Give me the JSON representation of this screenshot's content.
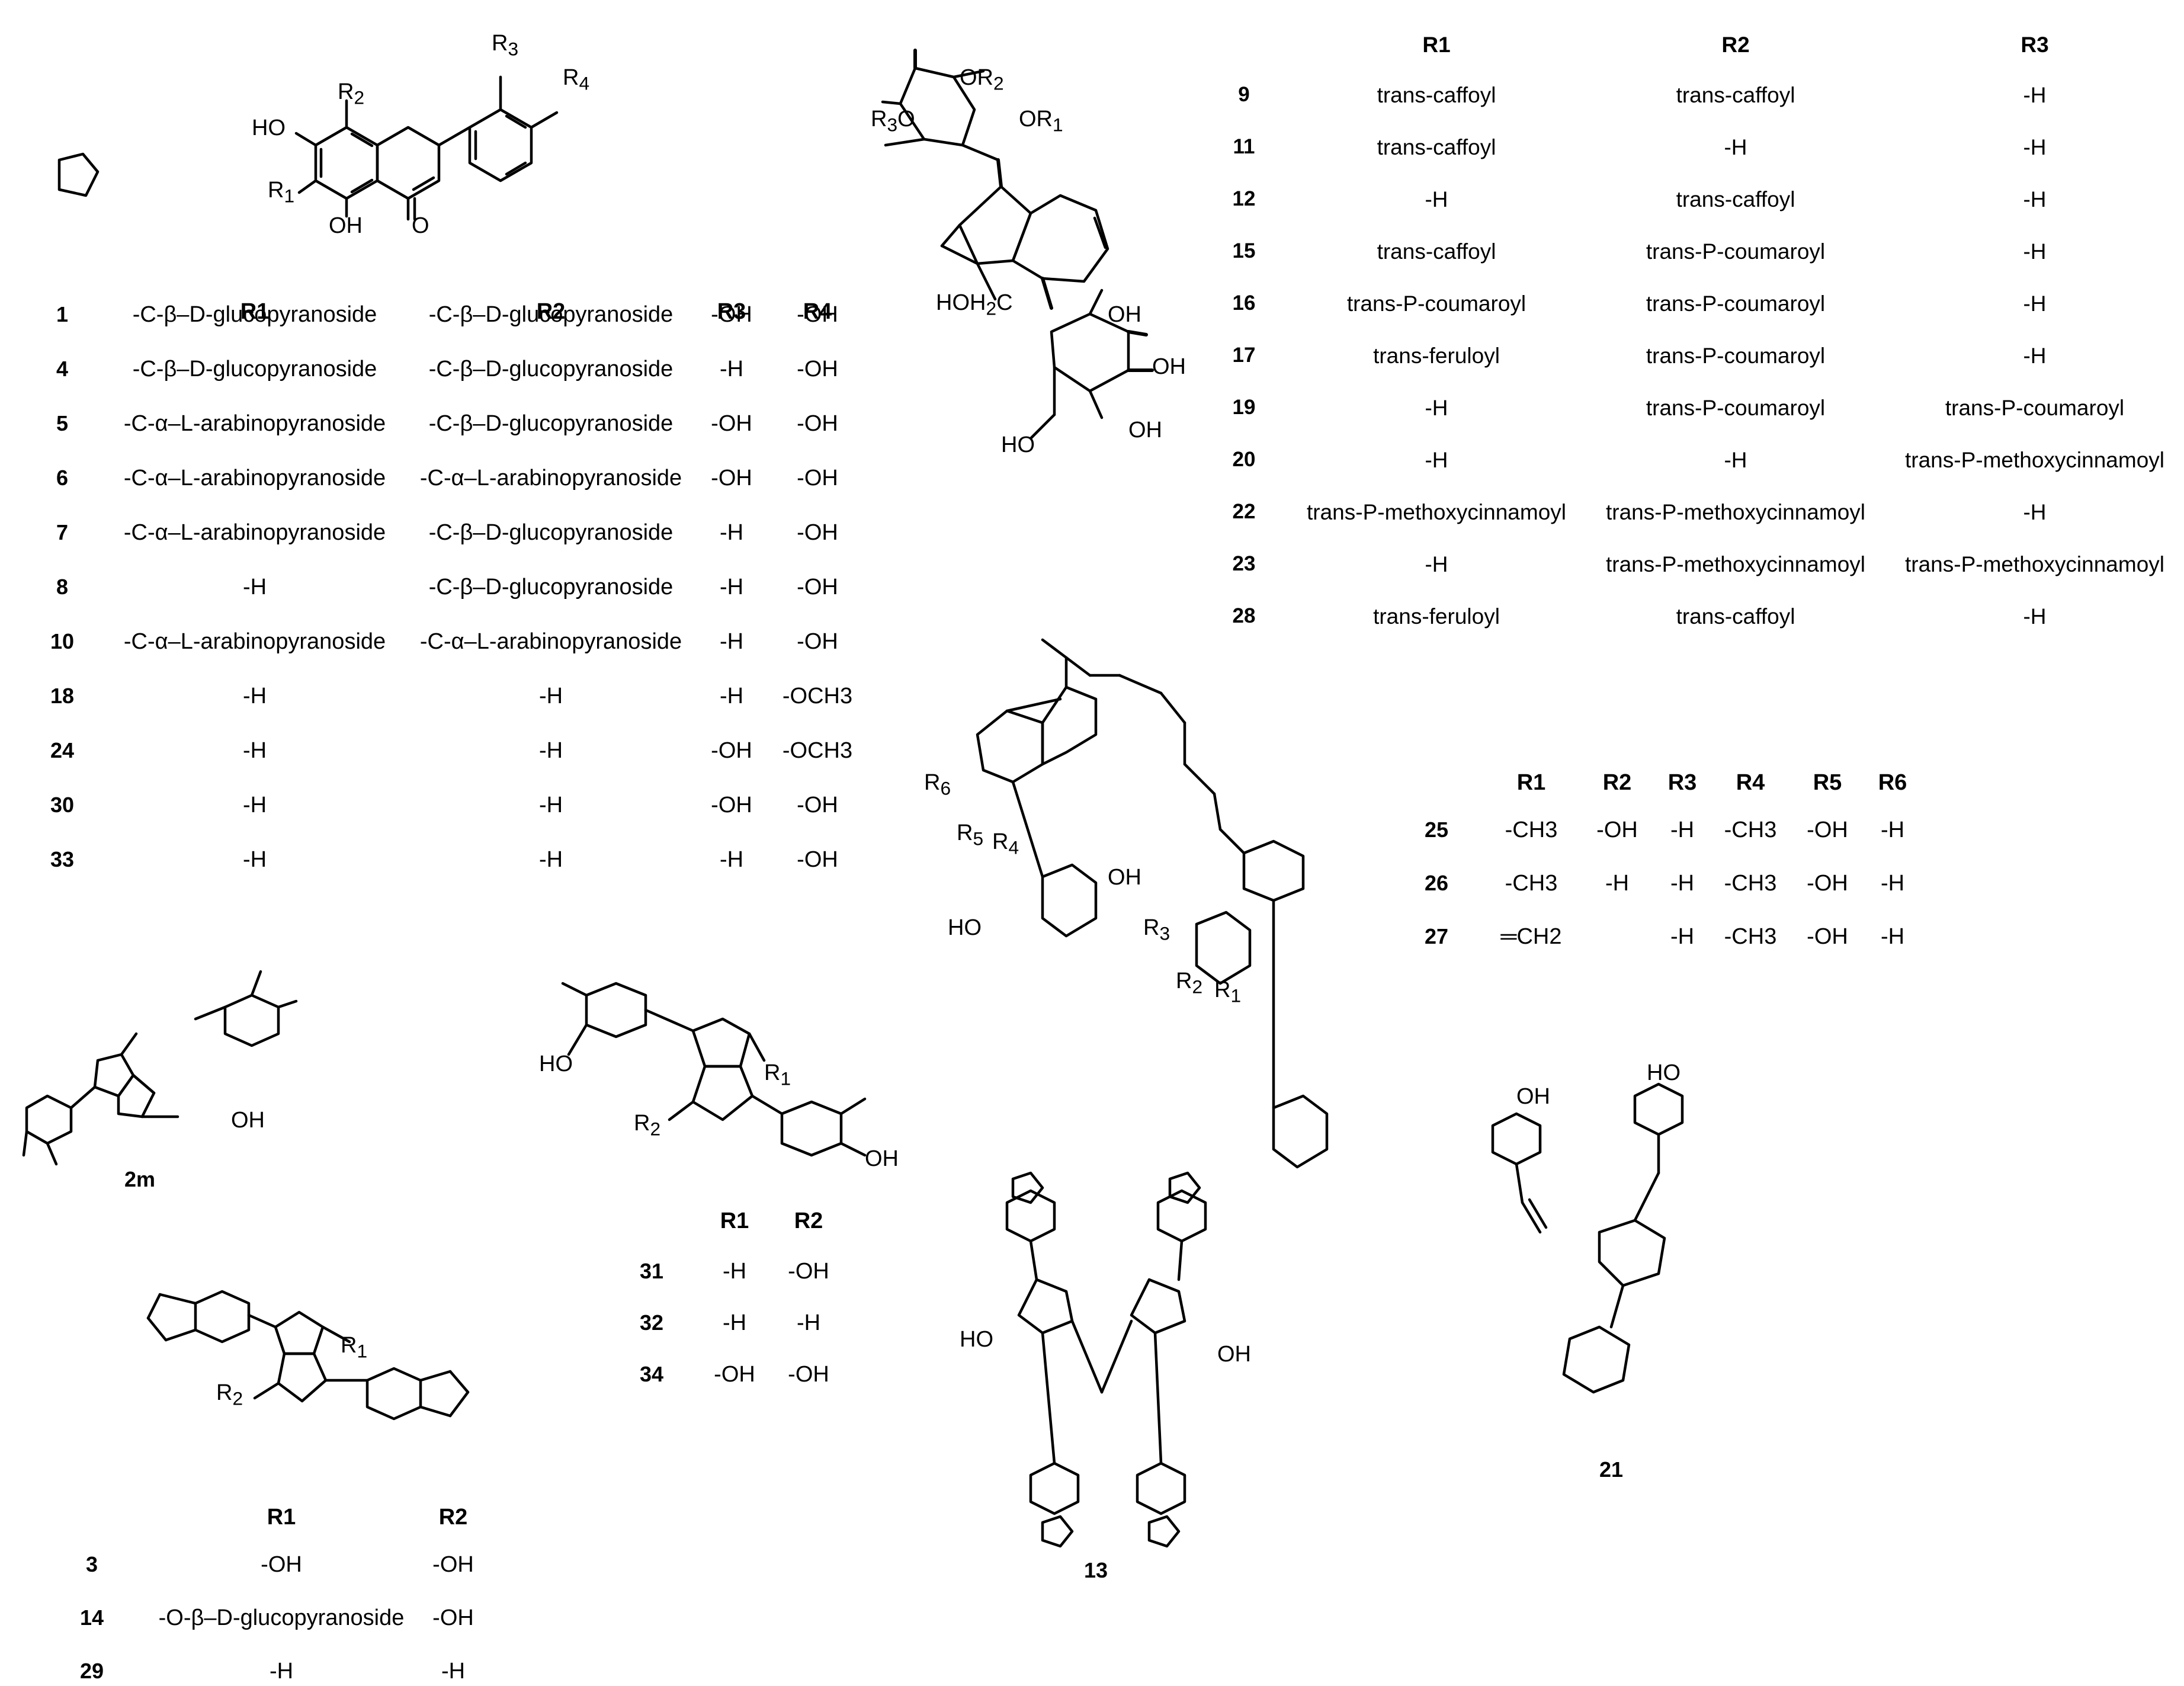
{
  "structure_labels": {
    "flavone": {
      "R1": "R",
      "R1s": "1",
      "R2": "R",
      "R2s": "2",
      "R3": "R",
      "R3s": "3",
      "R4": "R",
      "R4s": "4",
      "HO": "HO",
      "OH5": "OH",
      "O": "O"
    },
    "iridoid_top": {
      "R1": "OR",
      "R1s": "1",
      "R2": "OR",
      "R2s": "2",
      "R3": "R",
      "R3s": "3",
      "R3o": "O",
      "HOH2C": "HOH",
      "HOH2Cs": "2",
      "C": "C",
      "O": "O",
      "OH1": "OH",
      "OH2": "OH",
      "OH3": "OH",
      "HO": "HO"
    },
    "lignan_2m": {
      "OH": "OH",
      "label": "2m"
    },
    "lignan_3": {
      "R1": "R",
      "R1s": "1",
      "R2": "R",
      "R2s": "2"
    },
    "lignan_31": {
      "R1": "R",
      "R1s": "1",
      "R2": "R",
      "R2s": "2",
      "HO": "HO",
      "OH": "OH"
    },
    "dimer_13": {
      "HO": "HO",
      "OH": "OH",
      "label": "13"
    },
    "bis_iridoid": {
      "R1": "R",
      "R1s": "1",
      "R2": "R",
      "R2s": "2",
      "R3": "R",
      "R3s": "3",
      "R4": "R",
      "R4s": "4",
      "R5": "R",
      "R5s": "5",
      "R6": "R",
      "R6s": "6",
      "OH": "OH",
      "HO": "HO"
    },
    "glycoside_21": {
      "OH": "OH",
      "HO": "HO",
      "label": "21"
    }
  },
  "table_flavone": {
    "headers": [
      "R1",
      "R2",
      "R3",
      "R4"
    ],
    "rows": [
      {
        "num": "1",
        "r1": "-C-β–D-glucopyranoside",
        "r2": "-C-β–D-glucopyranoside",
        "r3": "-OH",
        "r4": "-OH"
      },
      {
        "num": "4",
        "r1": "-C-β–D-glucopyranoside",
        "r2": "-C-β–D-glucopyranoside",
        "r3": "-H",
        "r4": "-OH"
      },
      {
        "num": "5",
        "r1": "-C-α–L-arabinopyranoside",
        "r2": "-C-β–D-glucopyranoside",
        "r3": "-OH",
        "r4": "-OH"
      },
      {
        "num": "6",
        "r1": "-C-α–L-arabinopyranoside",
        "r2": "-C-α–L-arabinopyranoside",
        "r3": "-OH",
        "r4": "-OH"
      },
      {
        "num": "7",
        "r1": "-C-α–L-arabinopyranoside",
        "r2": "-C-β–D-glucopyranoside",
        "r3": "-H",
        "r4": "-OH"
      },
      {
        "num": "8",
        "r1": "-H",
        "r2": "-C-β–D-glucopyranoside",
        "r3": "-H",
        "r4": "-OH"
      },
      {
        "num": "10",
        "r1": "-C-α–L-arabinopyranoside",
        "r2": "-C-α–L-arabinopyranoside",
        "r3": "-H",
        "r4": "-OH"
      },
      {
        "num": "18",
        "r1": "-H",
        "r2": "-H",
        "r3": "-H",
        "r4": "-OCH3"
      },
      {
        "num": "24",
        "r1": "-H",
        "r2": "-H",
        "r3": "-OH",
        "r4": "-OCH3"
      },
      {
        "num": "30",
        "r1": "-H",
        "r2": "-H",
        "r3": "-OH",
        "r4": "-OH"
      },
      {
        "num": "33",
        "r1": "-H",
        "r2": "-H",
        "r3": "-H",
        "r4": "-OH"
      }
    ]
  },
  "table_iridoid": {
    "headers": [
      "R1",
      "R2",
      "R3"
    ],
    "rows": [
      {
        "num": "9",
        "r1": "trans-caffoyl",
        "r2": "trans-caffoyl",
        "r3": "-H"
      },
      {
        "num": "11",
        "r1": "trans-caffoyl",
        "r2": "-H",
        "r3": "-H"
      },
      {
        "num": "12",
        "r1": "-H",
        "r2": "trans-caffoyl",
        "r3": "-H"
      },
      {
        "num": "15",
        "r1": "trans-caffoyl",
        "r2": "trans-P-coumaroyl",
        "r3": "-H"
      },
      {
        "num": "16",
        "r1": "trans-P-coumaroyl",
        "r2": "trans-P-coumaroyl",
        "r3": "-H"
      },
      {
        "num": "17",
        "r1": "trans-feruloyl",
        "r2": "trans-P-coumaroyl",
        "r3": "-H"
      },
      {
        "num": "19",
        "r1": "-H",
        "r2": "trans-P-coumaroyl",
        "r3": "trans-P-coumaroyl"
      },
      {
        "num": "20",
        "r1": "-H",
        "r2": "-H",
        "r3": "trans-P-methoxycinnamoyl"
      },
      {
        "num": "22",
        "r1": "trans-P-methoxycinnamoyl",
        "r2": "trans-P-methoxycinnamoyl",
        "r3": "-H"
      },
      {
        "num": "23",
        "r1": "-H",
        "r2": "trans-P-methoxycinnamoyl",
        "r3": "trans-P-methoxycinnamoyl"
      },
      {
        "num": "28",
        "r1": "trans-feruloyl",
        "r2": "trans-caffoyl",
        "r3": "-H"
      }
    ]
  },
  "table_bis_iridoid": {
    "headers": [
      "R1",
      "R2",
      "R3",
      "R4",
      "R5",
      "R6"
    ],
    "rows": [
      {
        "num": "25",
        "r1": "-CH3",
        "r2": "-OH",
        "r3": "-H",
        "r4": "-CH3",
        "r5": "-OH",
        "r6": "-H"
      },
      {
        "num": "26",
        "r1": "-CH3",
        "r2": "-H",
        "r3": "-H",
        "r4": "-CH3",
        "r5": "-OH",
        "r6": "-H"
      },
      {
        "num": "27",
        "r1": "═CH2",
        "r2": "",
        "r3": "-H",
        "r4": "-CH3",
        "r5": "-OH",
        "r6": "-H"
      }
    ]
  },
  "table_lignan_31": {
    "headers": [
      "R1",
      "R2"
    ],
    "rows": [
      {
        "num": "31",
        "r1": "-H",
        "r2": "-OH"
      },
      {
        "num": "32",
        "r1": "-H",
        "r2": "-H"
      },
      {
        "num": "34",
        "r1": "-OH",
        "r2": "-OH"
      }
    ]
  },
  "table_lignan_3": {
    "headers": [
      "R1",
      "R2"
    ],
    "rows": [
      {
        "num": "3",
        "r1": "-OH",
        "r2": "-OH"
      },
      {
        "num": "14",
        "r1": "-O-β–D-glucopyranoside",
        "r2": "-OH"
      },
      {
        "num": "29",
        "r1": "-H",
        "r2": "-H"
      }
    ]
  }
}
